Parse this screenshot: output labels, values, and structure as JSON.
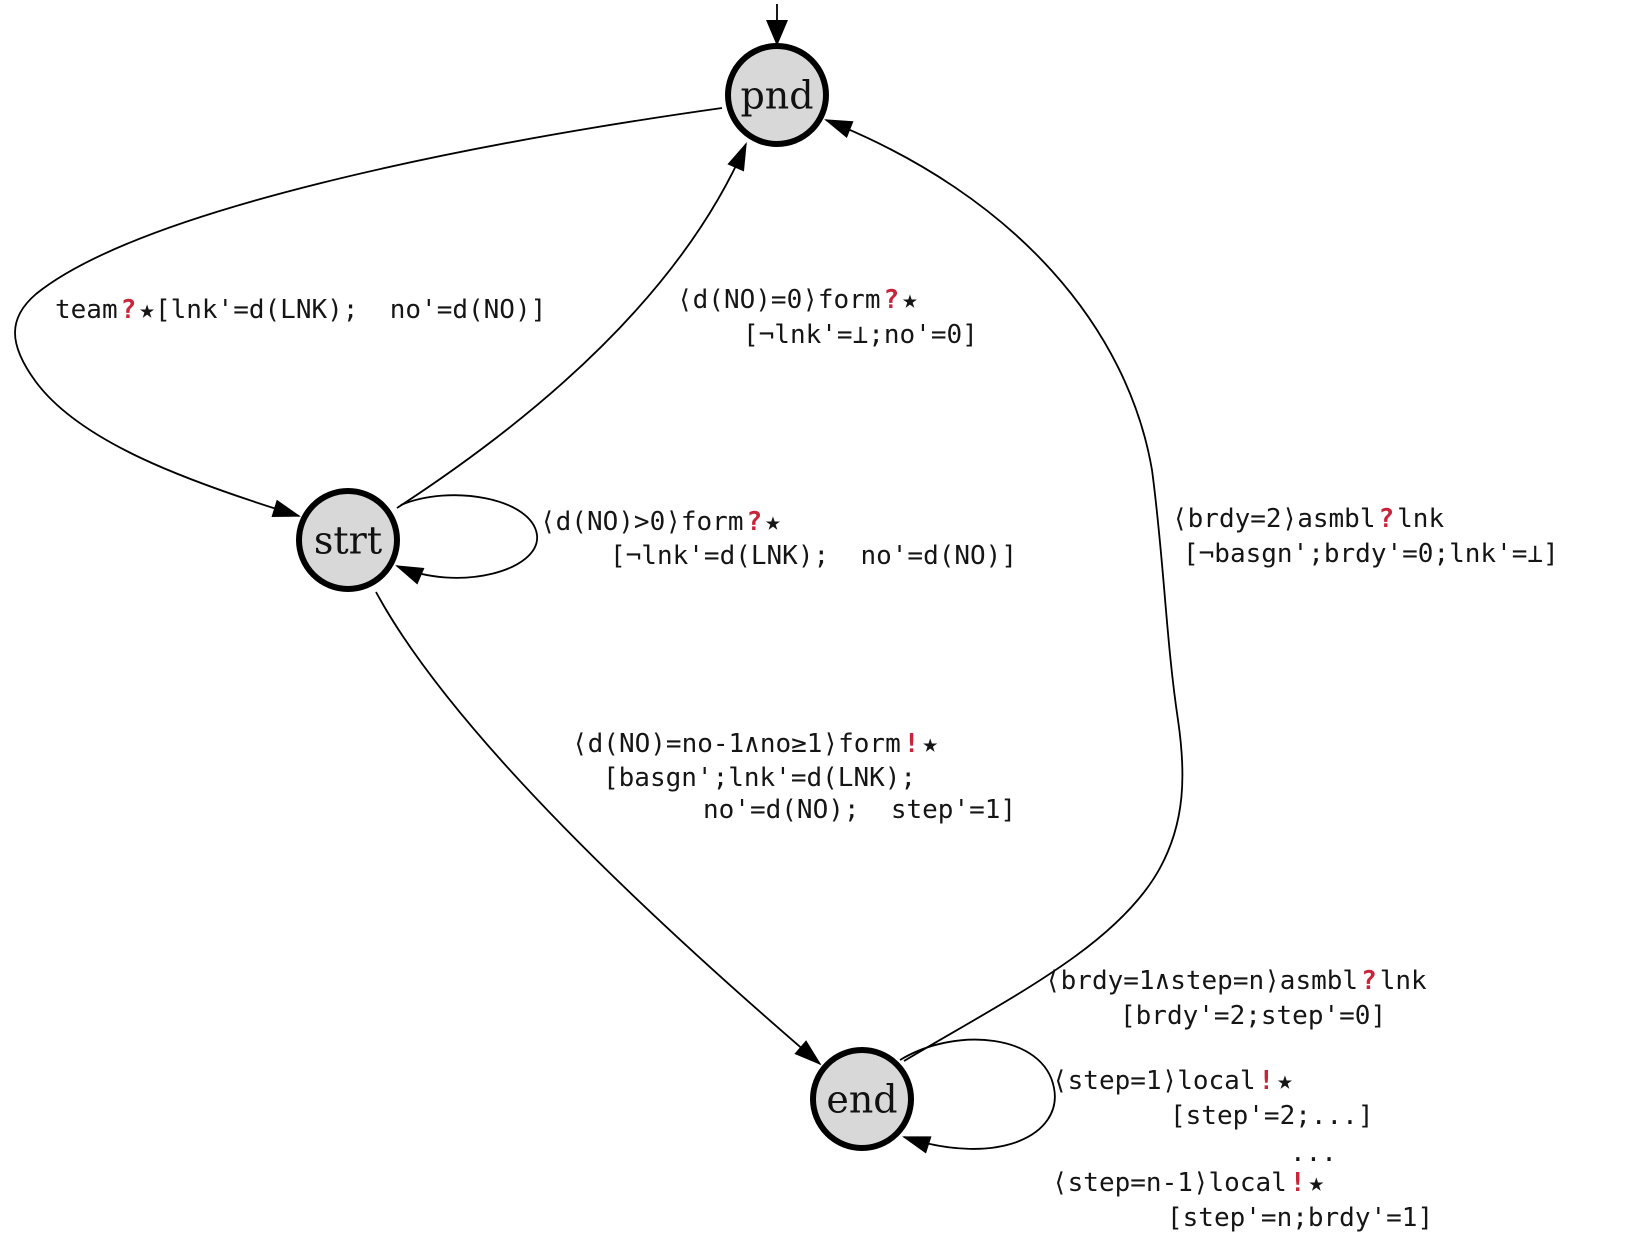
{
  "diagram": {
    "type": "labeled-transition-system",
    "colors": {
      "action_symbol_red": "#c9243a",
      "state_fill": "#d8d8d8",
      "line": "#000000",
      "text": "#151515"
    },
    "initial_state": "pnd",
    "states": [
      {
        "id": "pnd",
        "label": "pnd"
      },
      {
        "id": "strt",
        "label": "strt"
      },
      {
        "id": "end",
        "label": "end"
      }
    ],
    "edges": [
      {
        "from": "start-marker",
        "to": "pnd"
      },
      {
        "from": "pnd",
        "to": "strt"
      },
      {
        "from": "strt",
        "to": "pnd"
      },
      {
        "from": "strt",
        "to": "strt"
      },
      {
        "from": "strt",
        "to": "end"
      },
      {
        "from": "end",
        "to": "pnd"
      },
      {
        "from": "end",
        "to": "end"
      }
    ]
  },
  "labels": {
    "pnd_to_strt": {
      "lines": [
        {
          "segs": [
            {
              "t": "team"
            },
            {
              "t": "?",
              "red": true
            },
            {
              "t": "★"
            },
            {
              "t": "[lnk'=d(LNK);  no'=d(NO)]"
            }
          ]
        }
      ]
    },
    "strt_to_pnd": {
      "lines": [
        {
          "segs": [
            {
              "t": "⟨d(NO)=0⟩form"
            },
            {
              "t": "?",
              "red": true
            },
            {
              "t": "★"
            }
          ]
        },
        {
          "segs": [
            {
              "t": "[¬lnk'=⊥;no'=0]"
            }
          ]
        }
      ]
    },
    "strt_self_loop": {
      "lines": [
        {
          "segs": [
            {
              "t": "⟨d(NO)>0⟩form"
            },
            {
              "t": "?",
              "red": true
            },
            {
              "t": "★"
            }
          ]
        },
        {
          "segs": [
            {
              "t": "[¬lnk'=d(LNK);  no'=d(NO)]"
            }
          ]
        }
      ]
    },
    "strt_to_end": {
      "lines": [
        {
          "segs": [
            {
              "t": "⟨d(NO)=no-1∧no≥1⟩form"
            },
            {
              "t": "!",
              "red": true
            },
            {
              "t": "★"
            }
          ]
        },
        {
          "segs": [
            {
              "t": "[basgn';lnk'=d(LNK);"
            }
          ]
        },
        {
          "segs": [
            {
              "t": "no'=d(NO);  step'=1]"
            }
          ]
        }
      ]
    },
    "end_to_pnd": {
      "lines": [
        {
          "segs": [
            {
              "t": "⟨brdy=2⟩asmbl"
            },
            {
              "t": "?",
              "red": true
            },
            {
              "t": "lnk"
            }
          ]
        },
        {
          "segs": [
            {
              "t": "[¬basgn';brdy'=0;lnk'=⊥]"
            }
          ]
        }
      ]
    },
    "end_self_loop": {
      "lines": [
        {
          "segs": [
            {
              "t": "⟨brdy=1∧step=n⟩asmbl"
            },
            {
              "t": "?",
              "red": true
            },
            {
              "t": "lnk"
            }
          ]
        },
        {
          "segs": [
            {
              "t": "[brdy'=2;step'=0]"
            }
          ]
        },
        {
          "segs": [
            {
              "t": "⟨step=1⟩local"
            },
            {
              "t": "!",
              "red": true
            },
            {
              "t": "★"
            }
          ]
        },
        {
          "segs": [
            {
              "t": "[step'=2;...]"
            }
          ]
        },
        {
          "segs": [
            {
              "t": "..."
            }
          ]
        },
        {
          "segs": [
            {
              "t": "⟨step=n-1⟩local"
            },
            {
              "t": "!",
              "red": true
            },
            {
              "t": "★"
            }
          ]
        },
        {
          "segs": [
            {
              "t": "[step'=n;brdy'=1]"
            }
          ]
        }
      ]
    }
  }
}
